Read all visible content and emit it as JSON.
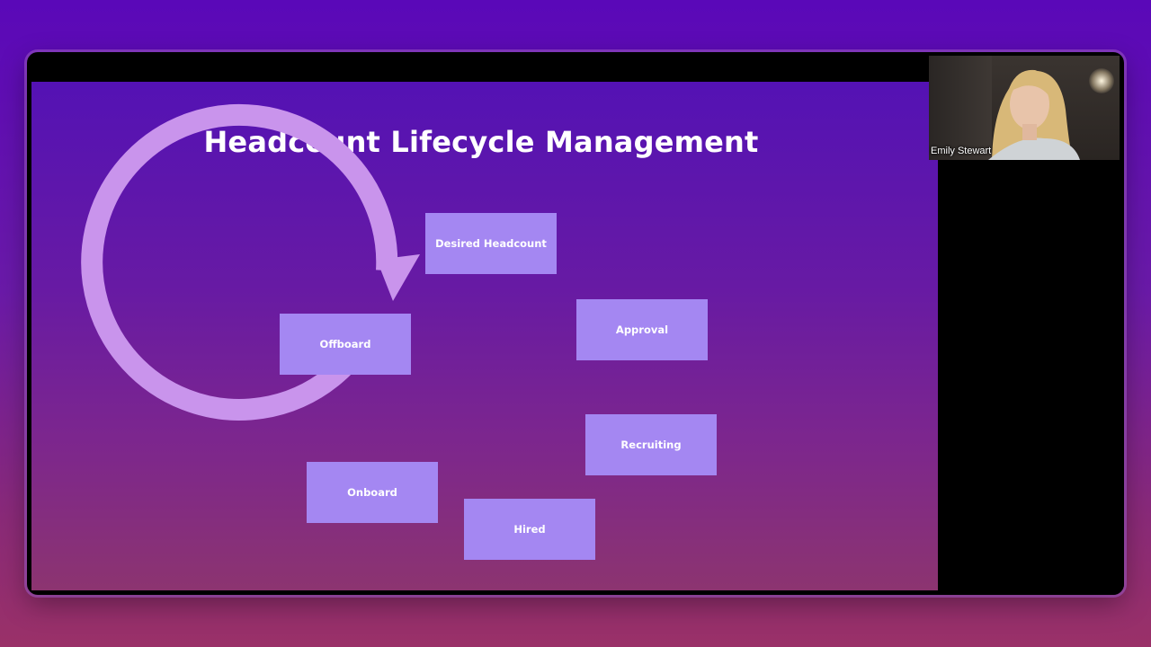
{
  "slide": {
    "title": "Headcount Lifecycle Management",
    "stages": [
      "Desired Headcount",
      "Approval",
      "Recruiting",
      "Hired",
      "Onboard",
      "Offboard"
    ]
  },
  "participant": {
    "name": "Emily Stewart"
  },
  "colors": {
    "box": "#a487f2",
    "ring": "#c994ec",
    "title": "#ffffff"
  }
}
